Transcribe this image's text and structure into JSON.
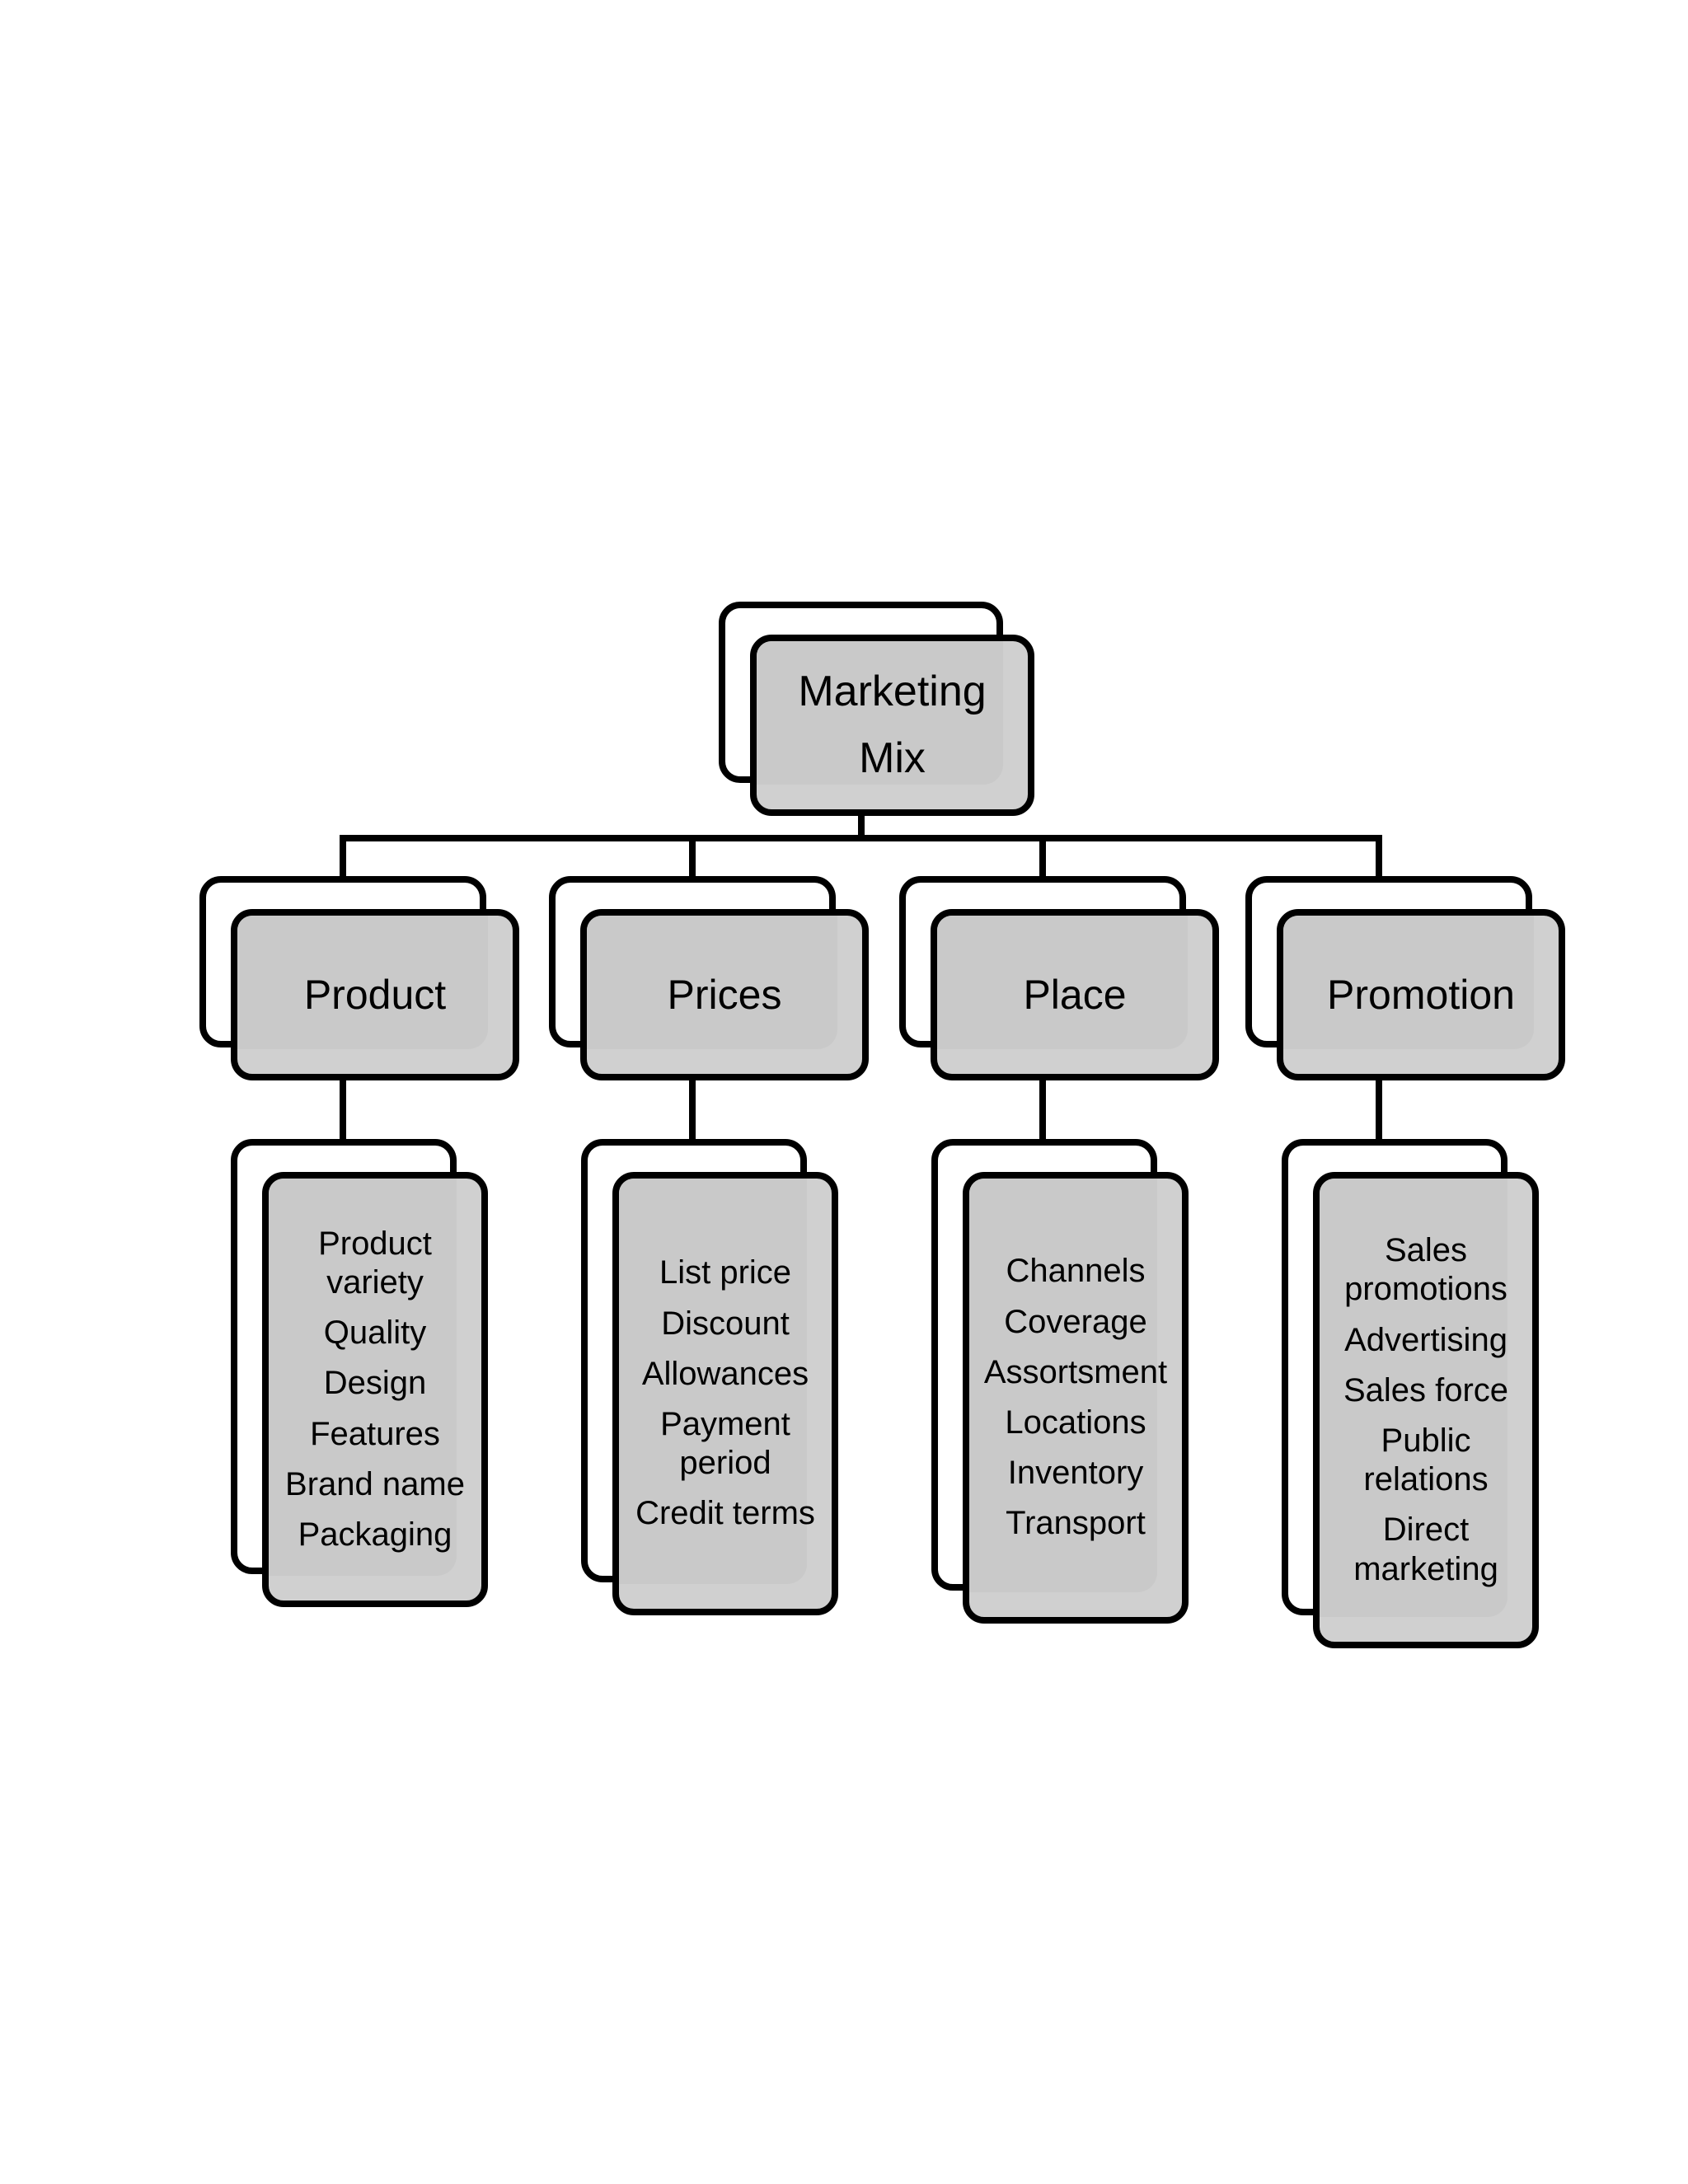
{
  "diagram": {
    "title": "Marketing Mix",
    "type": "hierarchy-tree",
    "levels": 3,
    "colors": {
      "card_fill": "#d0d0d0",
      "card_inner_shadow": "#c9c9c9",
      "card_border": "#000000",
      "back_card_fill": "#ffffff",
      "connector": "#000000",
      "text": "#000000",
      "background": "#ffffff"
    }
  },
  "root": {
    "label": "Marketing\nMix",
    "line1": "Marketing",
    "line2": "Mix"
  },
  "branches": [
    {
      "id": "product",
      "label": "Product",
      "items": [
        "Product\nvariety",
        "Quality",
        "Design",
        "Features",
        "Brand name",
        "Packaging"
      ]
    },
    {
      "id": "prices",
      "label": "Prices",
      "items": [
        "List price",
        "Discount",
        "Allowances",
        "Payment\nperiod",
        "Credit terms"
      ]
    },
    {
      "id": "place",
      "label": "Place",
      "items": [
        "Channels",
        "Coverage",
        "Assortsment",
        "Locations",
        "Inventory",
        "Transport"
      ]
    },
    {
      "id": "promotion",
      "label": "Promotion",
      "items": [
        "Sales\npromotions",
        "Advertising",
        "Sales force",
        "Public relations",
        "Direct\nmarketing"
      ]
    }
  ]
}
